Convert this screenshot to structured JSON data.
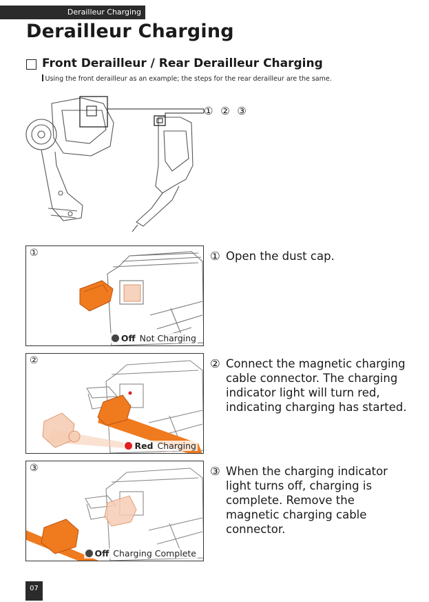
{
  "header": {
    "tab_label": "Derailleur Charging",
    "page_title": "Derailleur Charging"
  },
  "section": {
    "title": "Front Derailleur / Rear Derailleur Charging",
    "note": "Using the front derailleur as an example; the steps for the rear derailleur are the same.",
    "callouts": "① ② ③"
  },
  "panels": [
    {
      "number": "①",
      "state": "Off",
      "state_desc": "Not Charging",
      "dot_color": "#444444"
    },
    {
      "number": "②",
      "state": "Red",
      "state_desc": "Charging",
      "dot_color": "#e02020"
    },
    {
      "number": "③",
      "state": "Off",
      "state_desc": "Charging Complete",
      "dot_color": "#444444"
    }
  ],
  "steps": [
    {
      "number": "①",
      "text": "Open the dust cap."
    },
    {
      "number": "②",
      "text": "Connect the magnetic charging cable connector. The charging indicator light will turn red, indicating charging has started."
    },
    {
      "number": "③",
      "text": "When the charging indicator light turns off, charging is complete. Remove the magnetic charging cable connector."
    }
  ],
  "colors": {
    "accent_orange": "#f07a1e",
    "dark_tab": "#2b2b2b"
  },
  "footer": {
    "page_number": "07"
  }
}
